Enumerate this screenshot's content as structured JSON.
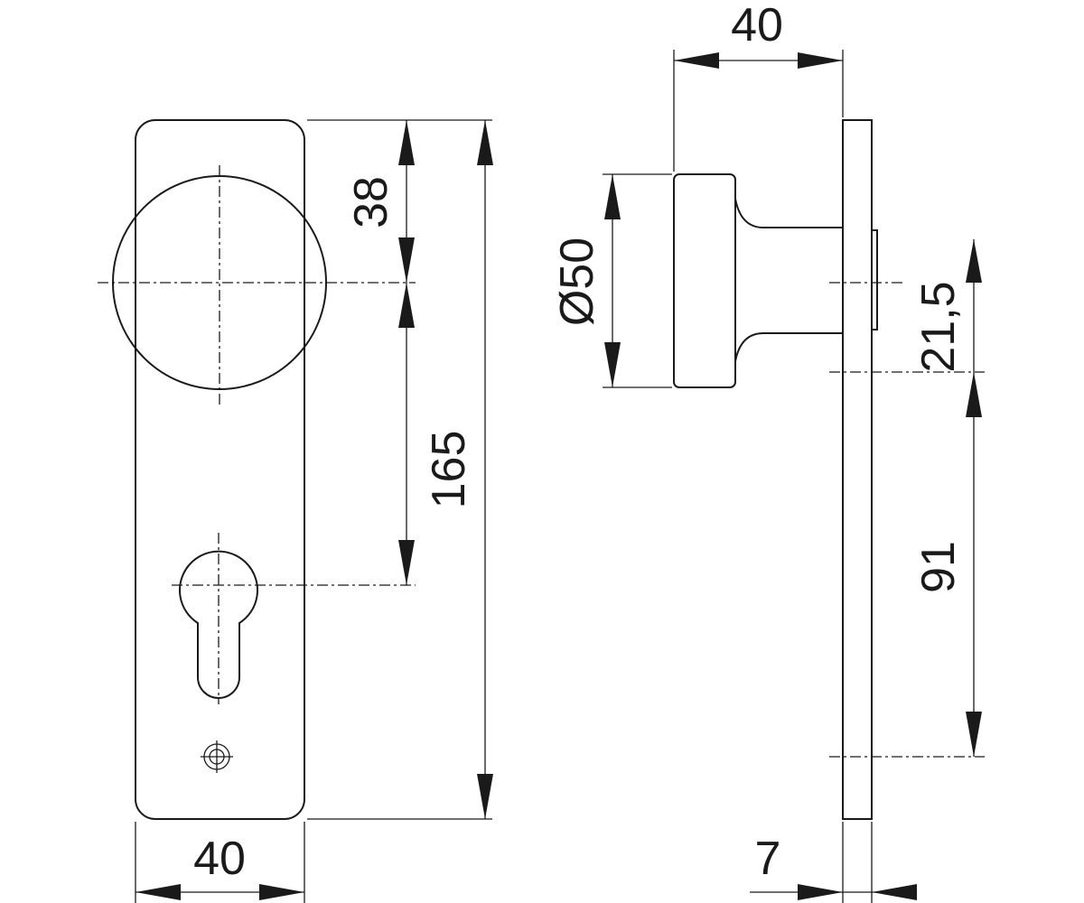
{
  "front_view": {
    "dim_width": "40",
    "dim_knob_offset": "38",
    "dim_center_distance": "165"
  },
  "side_view": {
    "dim_projection": "40",
    "dim_knob_diameter": "Ø50",
    "dim_rose_offset": "21,5",
    "dim_lower_distance": "91",
    "dim_plate_thickness": "7"
  }
}
